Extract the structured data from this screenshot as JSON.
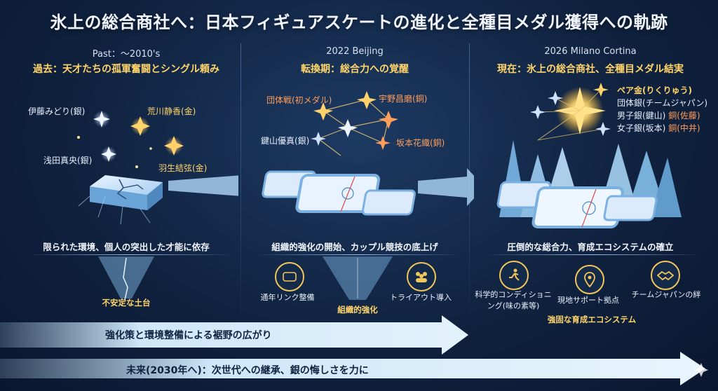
{
  "title": "氷上の総合商社へ：日本フィギュアスケートの進化と全種目メダル獲得への軌跡",
  "panels": [
    {
      "era": "Past：～2010's",
      "subtitle": "過去：天才たちの孤軍奮闘とシングル頼み",
      "stars": [
        {
          "label": "伊藤みどり(銀)"
        },
        {
          "label": "荒川静香(金)"
        },
        {
          "label": "浅田真央(銀)"
        },
        {
          "label": "羽生結弦(金)"
        }
      ],
      "caption": "限られた環境、個人の突出した才能に依存",
      "bottom": "不安定な土台"
    },
    {
      "era": "2022 Beijing",
      "subtitle": "転換期：総合力への覚醒",
      "stars": [
        {
          "label": "団体戦(初メダル)"
        },
        {
          "label": "宇野昌磨(銅)"
        },
        {
          "label": "鍵山優真(銀)"
        },
        {
          "label": "坂本花織(銅)"
        }
      ],
      "caption": "組織的強化の開始、カップル競技の底上げ",
      "icons": [
        {
          "label": "通年リンク整備",
          "icon": "rink-icon"
        },
        {
          "label": "トライアウト導入",
          "icon": "group-icon"
        }
      ],
      "bottom": "組織的強化"
    },
    {
      "era": "2026 Milano Cortina",
      "subtitle": "現在：氷上の総合商社、全種目メダル結実",
      "medals": [
        {
          "text": "ペア金(りくりゅう)",
          "extra": ""
        },
        {
          "text": "団体銀(チームジャパン)",
          "extra": ""
        },
        {
          "text": "男子銀(鍵山)",
          "extra": "銅(佐藤)"
        },
        {
          "text": "女子銀(坂本)",
          "extra": "銅(中井)"
        }
      ],
      "caption": "圧倒的な総合力、育成エコシステムの確立",
      "icons": [
        {
          "label": "科学的コンディショニング(味の素等)",
          "icon": "runner-icon"
        },
        {
          "label": "現地サポート拠点",
          "icon": "location-pin-icon"
        },
        {
          "label": "チームジャパンの絆",
          "icon": "handshake-icon"
        }
      ],
      "bottom": "強固な育成エコシステム"
    }
  ],
  "arrow_mid": "強化策と環境整備による裾野の広がり",
  "arrow_future": "未来(2030年へ)：次世代への継承、銀の悔しさを力に",
  "colors": {
    "gold": "#ffd56a",
    "bronze": "#ff9d5a",
    "background": "#10223f"
  }
}
